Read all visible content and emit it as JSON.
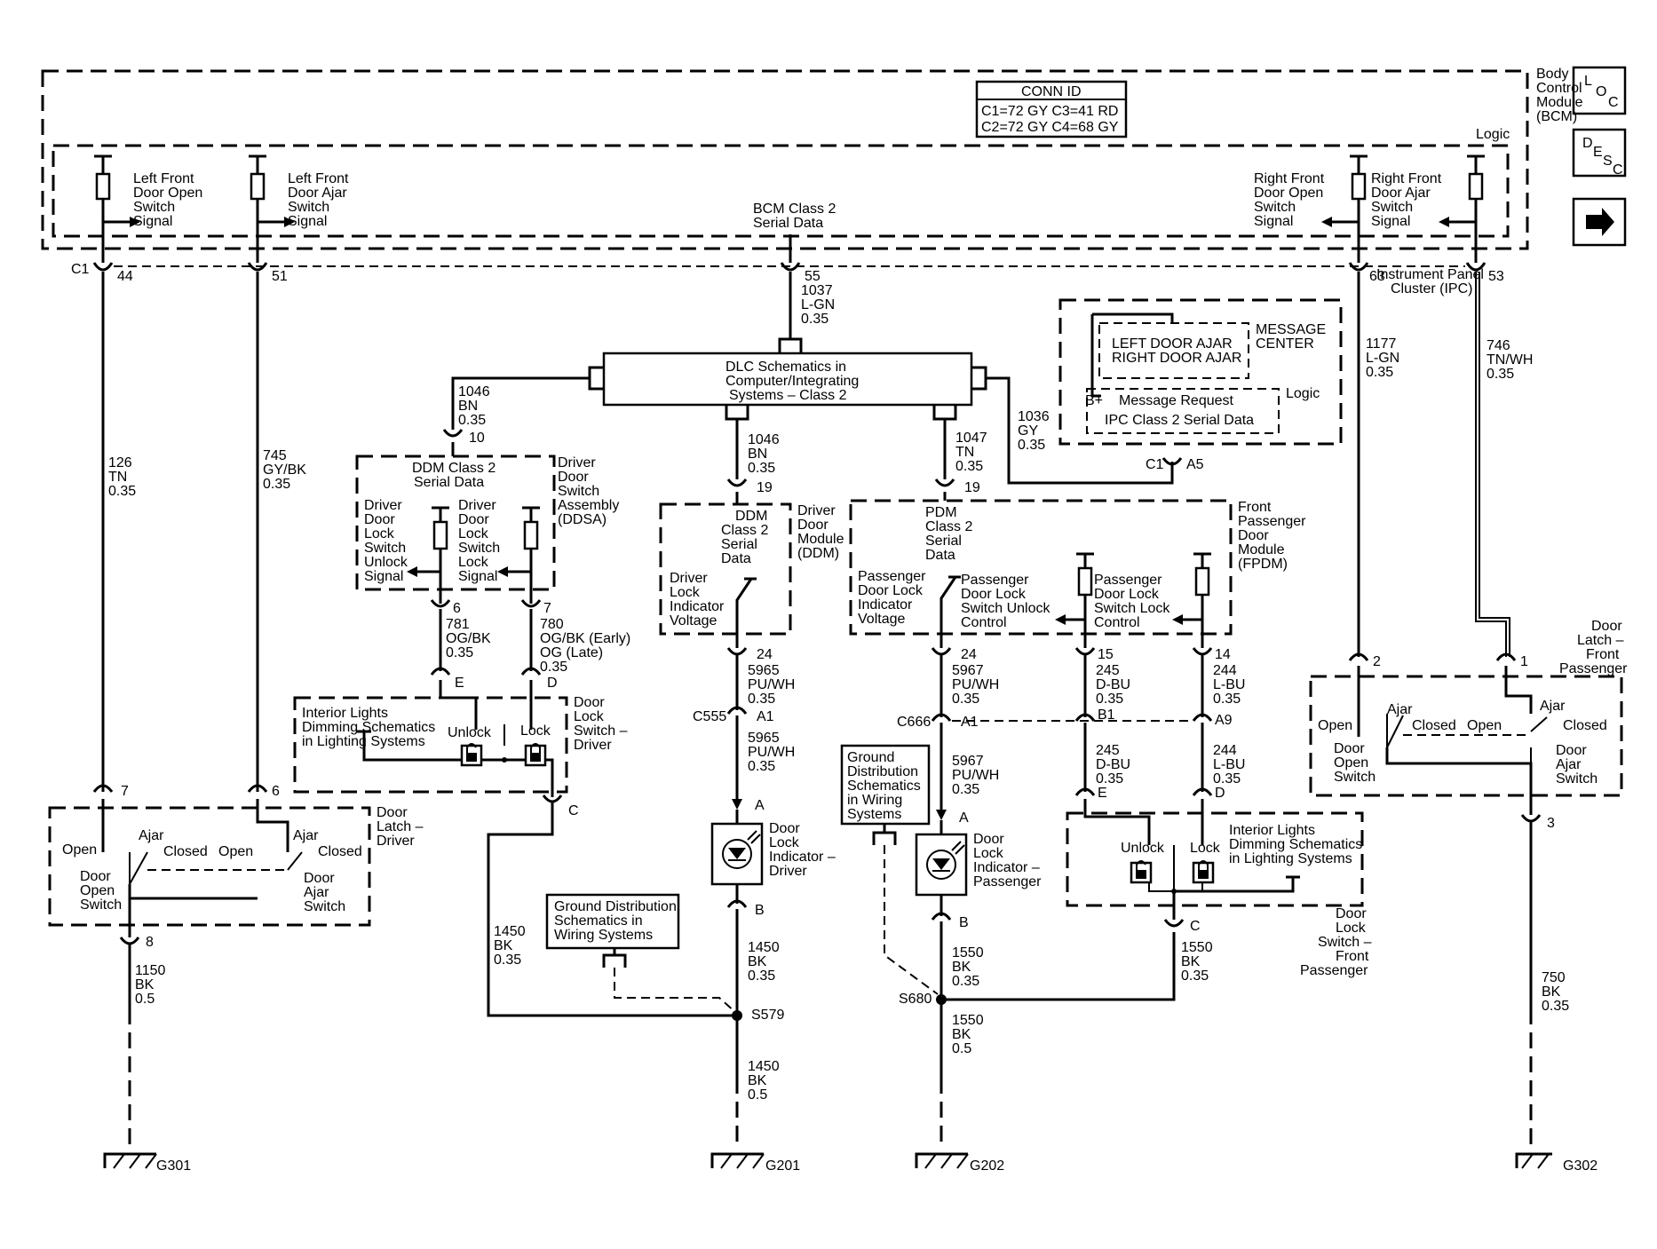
{
  "legend_icons": [
    {
      "id": "loc",
      "letters": [
        "L",
        "O",
        "C"
      ]
    },
    {
      "id": "desc",
      "letters": [
        "D",
        "E",
        "S",
        "C"
      ]
    },
    {
      "id": "next",
      "icon": "arrow-right-icon"
    }
  ],
  "conn_id": {
    "title": "CONN ID",
    "row1": "C1=72 GY  C3=41 RD",
    "row2": "C2=72 GY  C4=68 GY"
  },
  "bcm": {
    "lines": [
      "Body",
      "Control",
      "Module",
      "(BCM)"
    ],
    "logic": "Logic"
  },
  "bcm_signals": {
    "lf_open": [
      "Left Front",
      "Door Open",
      "Switch",
      "Signal"
    ],
    "lf_ajar": [
      "Left Front",
      "Door Ajar",
      "Switch",
      "Signal"
    ],
    "class2": [
      "BCM Class 2",
      "Serial Data"
    ],
    "rf_open": [
      "Right Front",
      "Door Open",
      "Switch",
      "Signal"
    ],
    "rf_ajar": [
      "Right Front",
      "Door Ajar",
      "Switch",
      "Signal"
    ]
  },
  "pins": {
    "c1": "C1",
    "p44": "44",
    "p51": "51",
    "p55": "55",
    "p63": "63",
    "p53": "53",
    "p10": "10",
    "p19a": "19",
    "p19b": "19",
    "p6a": "6",
    "p7a": "7",
    "p24a": "24",
    "p24b": "24",
    "p15": "15",
    "p14": "14",
    "pE1": "E",
    "pD1": "D",
    "pC1": "C",
    "p7b": "7",
    "p6b": "6",
    "p8": "8",
    "c555": "C555",
    "pA1a": "A1",
    "pAa": "A",
    "pBa": "B",
    "c666": "C666",
    "pA1b": "A1",
    "pB1": "B1",
    "pA9": "A9",
    "pAb": "A",
    "pBb": "B",
    "pE2": "E",
    "pD2": "D",
    "pC2": "C",
    "ipc_c1": "C1",
    "pA5": "A5",
    "p2": "2",
    "p1": "1",
    "p3": "3",
    "s579": "S579",
    "s680": "S680"
  },
  "wires": {
    "w1037": [
      "1037",
      "L-GN",
      "0.35"
    ],
    "w126": [
      "126",
      "TN",
      "0.35"
    ],
    "w745": [
      "745",
      "GY/BK",
      "0.35"
    ],
    "w1046a": [
      "1046",
      "BN",
      "0.35"
    ],
    "w1046b": [
      "1046",
      "BN",
      "0.35"
    ],
    "w1047": [
      "1047",
      "TN",
      "0.35"
    ],
    "w1036": [
      "1036",
      "GY",
      "0.35"
    ],
    "w1177": [
      "1177",
      "L-GN",
      "0.35"
    ],
    "w746": [
      "746",
      "TN/WH",
      "0.35"
    ],
    "w781": [
      "781",
      "OG/BK",
      "0.35"
    ],
    "w780": [
      "780",
      "OG/BK (Early)",
      "OG (Late)",
      "0.35"
    ],
    "w5965a": [
      "5965",
      "PU/WH",
      "0.35"
    ],
    "w5965b": [
      "5965",
      "PU/WH",
      "0.35"
    ],
    "w5967a": [
      "5967",
      "PU/WH",
      "0.35"
    ],
    "w5967b": [
      "5967",
      "PU/WH",
      "0.35"
    ],
    "w245a": [
      "245",
      "D-BU",
      "0.35"
    ],
    "w245b": [
      "245",
      "D-BU",
      "0.35"
    ],
    "w244a": [
      "244",
      "L-BU",
      "0.35"
    ],
    "w244b": [
      "244",
      "L-BU",
      "0.35"
    ],
    "w1450a": [
      "1450",
      "BK",
      "0.35"
    ],
    "w1450b": [
      "1450",
      "BK",
      "0.35"
    ],
    "w1450c": [
      "1450",
      "BK",
      "0.5"
    ],
    "w1150": [
      "1150",
      "BK",
      "0.5"
    ],
    "w1550a": [
      "1550",
      "BK",
      "0.35"
    ],
    "w1550b": [
      "1550",
      "BK",
      "0.35"
    ],
    "w1550c": [
      "1550",
      "BK",
      "0.5"
    ],
    "w750": [
      "750",
      "BK",
      "0.35"
    ]
  },
  "dlc": [
    "DLC Schematics in",
    "Computer/Integrating",
    "Systems – Class 2"
  ],
  "ipc": {
    "title": [
      "Instrument Panel",
      "Cluster (IPC)"
    ],
    "msg_center": [
      "MESSAGE",
      "CENTER"
    ],
    "msgs": [
      "LEFT DOOR AJAR",
      "RIGHT DOOR AJAR"
    ],
    "bplus": "B+",
    "msg_request": "Message Request",
    "logic": "Logic",
    "serial": "IPC Class 2 Serial Data"
  },
  "ddsa": {
    "title": [
      "Driver",
      "Door",
      "Switch",
      "Assembly",
      "(DDSA)"
    ],
    "class2": [
      "DDM Class 2",
      "Serial Data"
    ],
    "unlock_sig": [
      "Driver",
      "Door",
      "Lock",
      "Switch",
      "Unlock",
      "Signal"
    ],
    "lock_sig": [
      "Driver",
      "Door",
      "Lock",
      "Switch",
      "Lock",
      "Signal"
    ]
  },
  "ddm": {
    "title": [
      "Driver",
      "Door",
      "Module",
      "(DDM)"
    ],
    "class2": [
      "DDM",
      "Class 2",
      "Serial",
      "Data"
    ],
    "voltage": [
      "Driver",
      "Lock",
      "Indicator",
      "Voltage"
    ]
  },
  "fpdm": {
    "title": [
      "Front",
      "Passenger",
      "Door",
      "Module",
      "(FPDM)"
    ],
    "class2": [
      "PDM",
      "Class 2",
      "Serial",
      "Data"
    ],
    "voltage": [
      "Passenger",
      "Door Lock",
      "Indicator",
      "Voltage"
    ],
    "unlock_ctl": [
      "Passenger",
      "Door Lock",
      "Switch Unlock",
      "Control"
    ],
    "lock_ctl": [
      "Passenger",
      "Door Lock",
      "Switch Lock",
      "Control"
    ]
  },
  "drv_lock_switch": {
    "title": [
      "Door",
      "Lock",
      "Switch –",
      "Driver"
    ],
    "dimming": [
      "Interior Lights",
      "Dimming Schematics",
      "in Lighting Systems"
    ],
    "unlock": "Unlock",
    "lock": "Lock"
  },
  "pass_lock_switch": {
    "title": [
      "Door",
      "Lock",
      "Switch –",
      "Front",
      "Passenger"
    ],
    "dimming": [
      "Interior Lights",
      "Dimming Schematics",
      "in Lighting Systems"
    ],
    "unlock": "Unlock",
    "lock": "Lock"
  },
  "drv_latch": {
    "title": [
      "Door",
      "Latch –",
      "Driver"
    ],
    "open1": "Open",
    "ajar1": "Ajar",
    "closed1": "Closed",
    "open2": "Open",
    "ajar2": "Ajar",
    "closed2": "Closed",
    "open_switch": [
      "Door",
      "Open",
      "Switch"
    ],
    "ajar_switch": [
      "Door",
      "Ajar",
      "Switch"
    ]
  },
  "pass_latch": {
    "title": [
      "Door",
      "Latch –",
      "Front",
      "Passenger"
    ],
    "open1": "Open",
    "ajar1": "Ajar",
    "closed1": "Closed",
    "open2": "Open",
    "ajar2": "Ajar",
    "closed2": "Closed",
    "open_switch": [
      "Door",
      "Open",
      "Switch"
    ],
    "ajar_switch": [
      "Door",
      "Ajar",
      "Switch"
    ]
  },
  "drv_indicator": [
    "Door",
    "Lock",
    "Indicator –",
    "Driver"
  ],
  "pass_indicator": [
    "Door",
    "Lock",
    "Indicator –",
    "Passenger"
  ],
  "gnd_dist1": [
    "Ground Distribution",
    "Schematics in",
    "Wiring Systems"
  ],
  "gnd_dist2": [
    "Ground",
    "Distribution",
    "Schematics",
    "in Wiring",
    "Systems"
  ],
  "grounds": {
    "g301": "G301",
    "g201": "G201",
    "g202": "G202",
    "g302": "G302"
  }
}
